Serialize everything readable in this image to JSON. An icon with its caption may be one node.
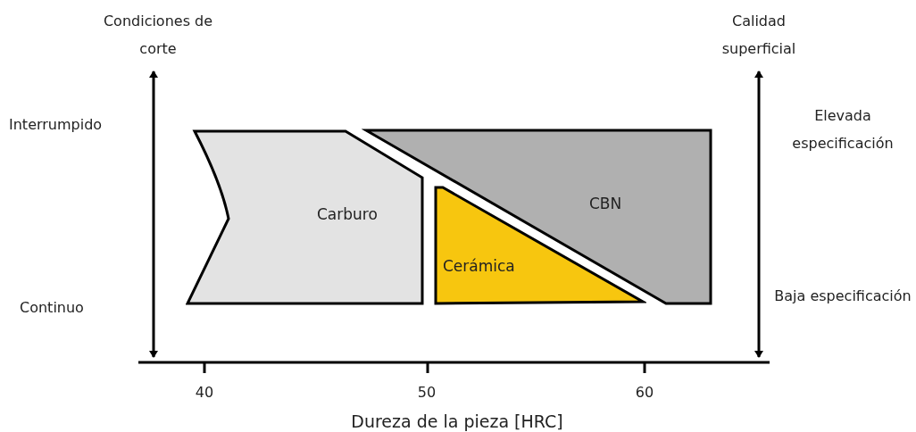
{
  "diagram": {
    "nodes": [
      {
        "text": [
          "Carburo"
        ]
      },
      {
        "text": [
          "Cerámica"
        ]
      },
      {
        "text": [
          "CBN"
        ]
      }
    ],
    "labels": [
      "Condiciones de corte",
      "Calidad superficial",
      "Interrumpido",
      "Elevada especificación",
      "Continuo",
      "Baja especificación",
      "40",
      "50",
      "60",
      "Dureza de la pieza [HRC]"
    ]
  }
}
